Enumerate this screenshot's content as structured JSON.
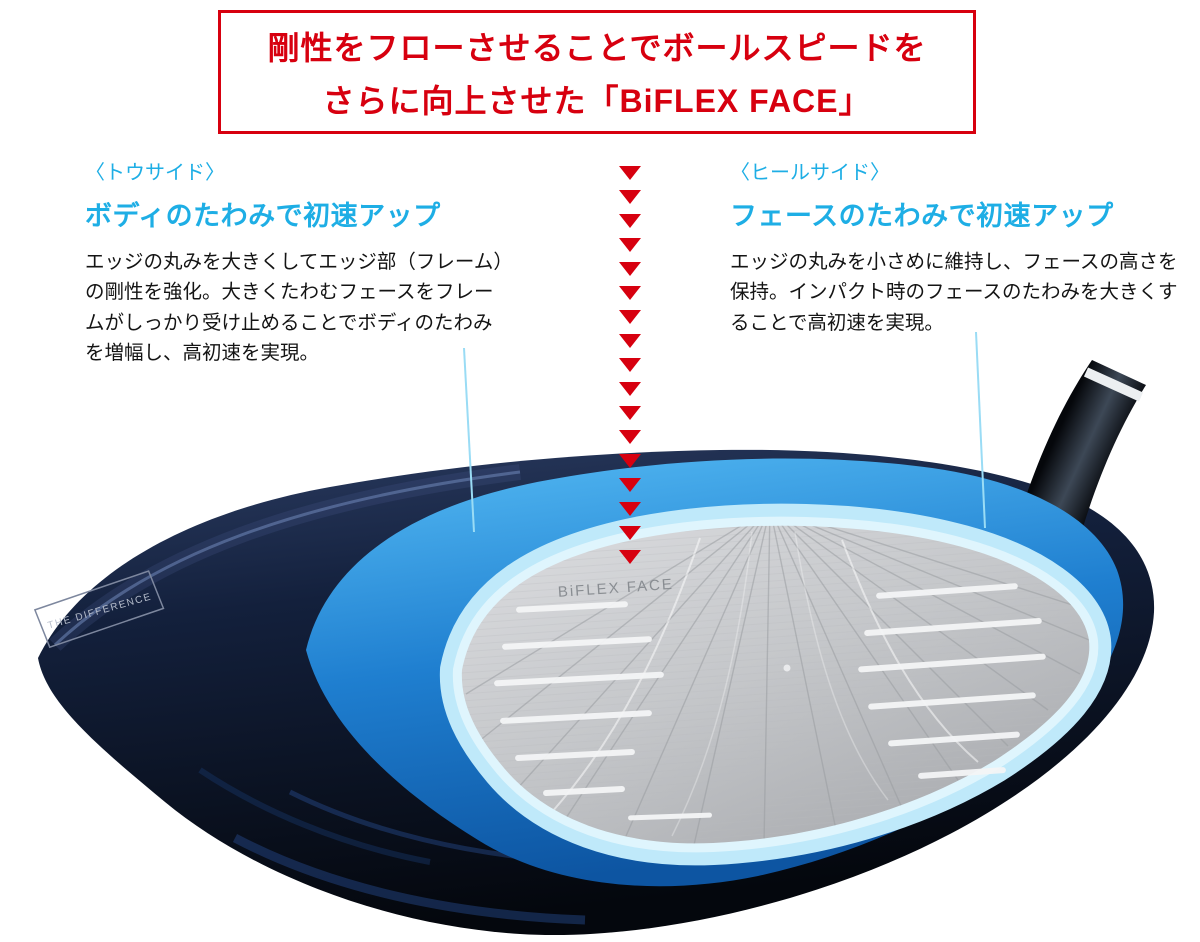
{
  "header": {
    "line1": "剛性をフローさせることでボールスピードを",
    "line2": "さらに向上させた「BiFLEX FACE」",
    "text_color": "#d7000f",
    "border_color": "#d7000f"
  },
  "toe_side": {
    "tag": "〈トウサイド〉",
    "heading": "ボディのたわみで初速アップ",
    "body": "エッジの丸みを大きくしてエッジ部（フレーム）の剛性を強化。大きくたわむフェースをフレームがしっかり受け止めることでボディのたわみを増幅し、高初速を実現。",
    "accent_color": "#1eaee5"
  },
  "heel_side": {
    "tag": "〈ヒールサイド〉",
    "heading": "フェースのたわみで初速アップ",
    "body": "エッジの丸みを小さめに維持し、フェースの高さを保持。インパクト時のフェースのたわみを大きくすることで高初速を実現。",
    "accent_color": "#1eaee5"
  },
  "arrows": {
    "count": 17,
    "color": "#d7000f"
  },
  "club": {
    "face_label": "BiFLEX FACE",
    "crown_label": "THE DIFFERENCE",
    "colors": {
      "body_navy": "#101b30",
      "frame_blue": "#1f7fd0",
      "glow_cyan": "#bfe9fa",
      "face_silver": "#c7c9cc",
      "leader_line": "#9adcf5"
    }
  }
}
